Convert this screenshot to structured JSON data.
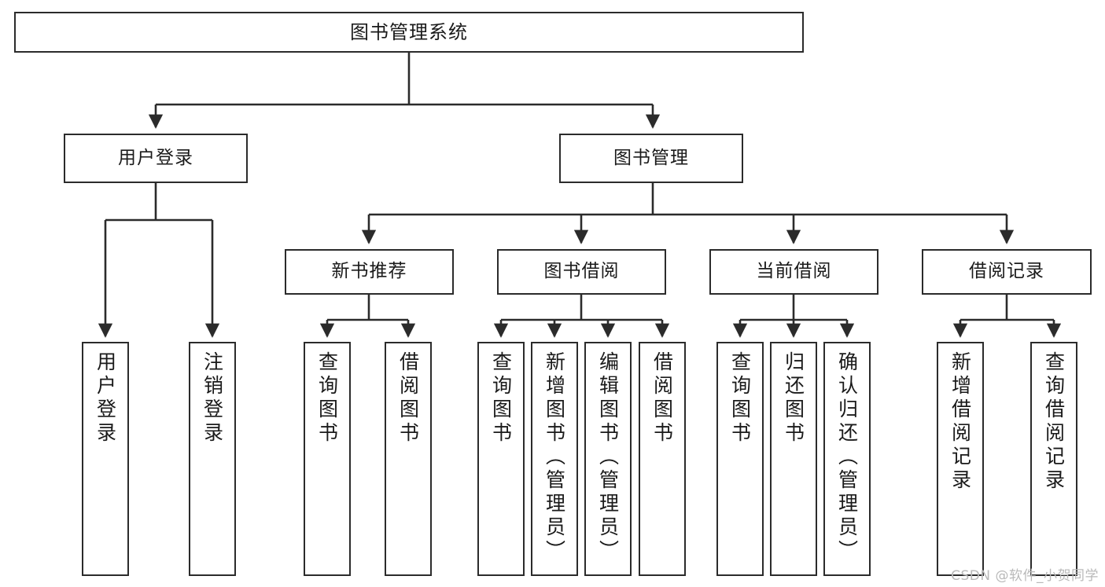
{
  "diagram": {
    "title": "图书管理系统",
    "type": "hierarchy-tree",
    "theme": {
      "border_color": "#2b2b2b",
      "text_color": "#1a1a1a",
      "background": "#ffffff",
      "connector_color": "#2b2b2b",
      "watermark_color": "#b9b9b9"
    },
    "root": {
      "label": "图书管理系统"
    },
    "level2": [
      {
        "label": "用户登录"
      },
      {
        "label": "图书管理"
      }
    ],
    "level3": [
      {
        "label": "新书推荐"
      },
      {
        "label": "图书借阅"
      },
      {
        "label": "当前借阅"
      },
      {
        "label": "借阅记录"
      }
    ],
    "leaves": {
      "user_login": [
        {
          "label": "用户登录"
        },
        {
          "label": "注销登录"
        }
      ],
      "new_book": [
        {
          "label": "查询图书"
        },
        {
          "label": "借阅图书"
        }
      ],
      "book_borrow": [
        {
          "label": "查询图书"
        },
        {
          "label": "新增图书（管理员）"
        },
        {
          "label": "编辑图书（管理员）"
        },
        {
          "label": "借阅图书"
        }
      ],
      "current_borrow": [
        {
          "label": "查询图书"
        },
        {
          "label": "归还图书"
        },
        {
          "label": "确认归还（管理员）"
        }
      ],
      "borrow_record": [
        {
          "label": "新增借阅记录"
        },
        {
          "label": "查询借阅记录"
        }
      ]
    },
    "watermark": "CSDN @软件_小贺同学"
  }
}
